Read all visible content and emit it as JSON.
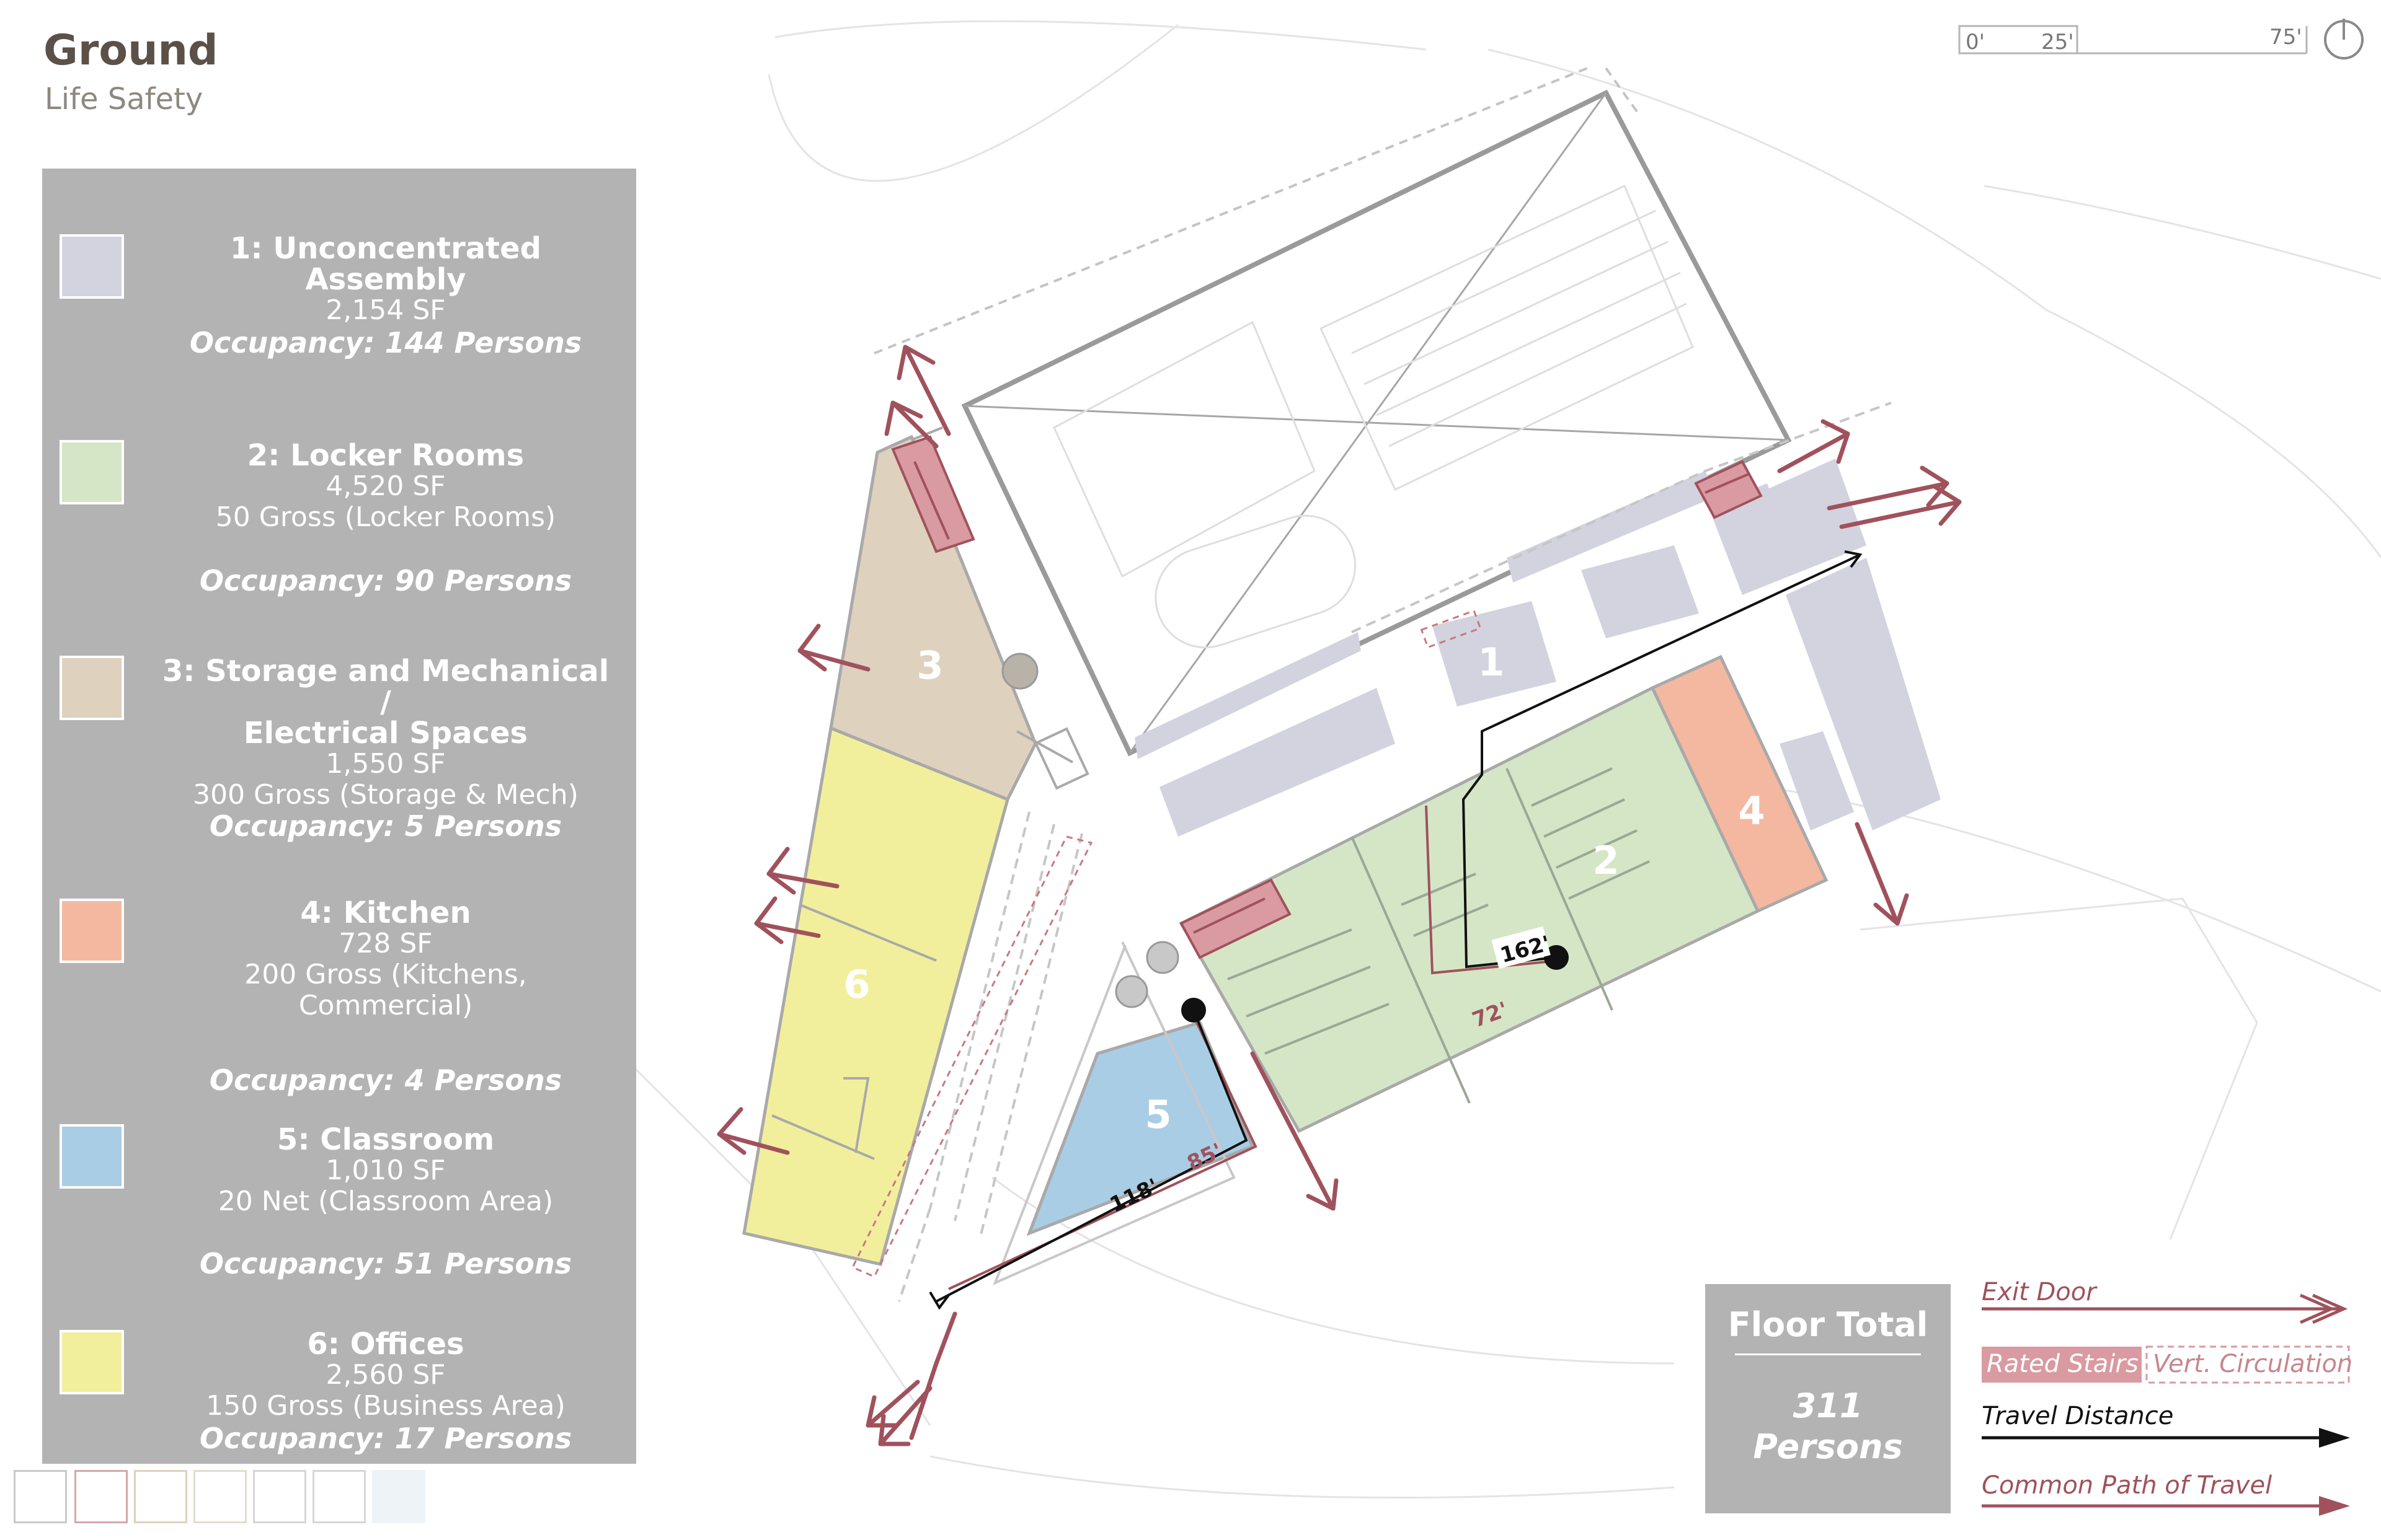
{
  "header": {
    "title": "Ground",
    "subtitle": "Life Safety"
  },
  "legend": [
    {
      "id": 1,
      "name": "1: Unconcentrated Assembly",
      "area": "2,154 SF",
      "factor_lines": [],
      "occupancy": "Occupancy: 144 Persons",
      "color": "#d2d3de"
    },
    {
      "id": 2,
      "name": "2: Locker Rooms",
      "area": "4,520 SF",
      "factor_lines": [
        "50 Gross (Locker Rooms)"
      ],
      "occupancy": "Occupancy: 90 Persons",
      "color": "#d4e6c6"
    },
    {
      "id": 3,
      "name_lines": [
        "3: Storage and Mechanical /",
        "Electrical Spaces"
      ],
      "area": "1,550 SF",
      "factor_lines": [
        "300 Gross (Storage & Mech)"
      ],
      "occupancy": "Occupancy: 5 Persons",
      "color": "#ded1be"
    },
    {
      "id": 4,
      "name": "4: Kitchen",
      "area": "728 SF",
      "factor_lines": [
        "200 Gross (Kitchens,",
        "Commercial)"
      ],
      "occupancy": "Occupancy: 4 Persons",
      "color": "#f4b8a0"
    },
    {
      "id": 5,
      "name": "5: Classroom",
      "area": "1,010 SF",
      "factor_lines": [
        "20 Net (Classroom Area)"
      ],
      "occupancy": "Occupancy: 51 Persons",
      "color": "#a9cde4"
    },
    {
      "id": 6,
      "name": "6: Offices",
      "area": "2,560 SF",
      "factor_lines": [
        "150 Gross (Business Area)"
      ],
      "occupancy": "Occupancy: 17 Persons",
      "color": "#f2ef9c"
    }
  ],
  "floor_total": {
    "label": "Floor Total",
    "value": "311",
    "unit": "Persons"
  },
  "key": {
    "exit_door": "Exit Door",
    "rated_stairs": "Rated Stairs",
    "vert_circulation": "Vert. Circulation",
    "travel_distance": "Travel Distance",
    "common_path": "Common Path of Travel"
  },
  "scale": {
    "labels": [
      "0'",
      "25'",
      "75'"
    ]
  },
  "zone_labels": [
    "1",
    "2",
    "3",
    "4",
    "5",
    "6"
  ],
  "distances": {
    "d162": "162'",
    "d72": "72'",
    "d118": "118'",
    "d85": "85'"
  },
  "colors": {
    "exit_red": "#a0525c",
    "stair_fill": "#d99aa1",
    "panel_gray": "#b3b3b3",
    "assembly": "#d2d3de",
    "locker": "#d4e6c6",
    "storage": "#ded1be",
    "kitchen": "#f4b8a0",
    "classroom": "#a9cde4",
    "offices": "#f2ef9c"
  }
}
